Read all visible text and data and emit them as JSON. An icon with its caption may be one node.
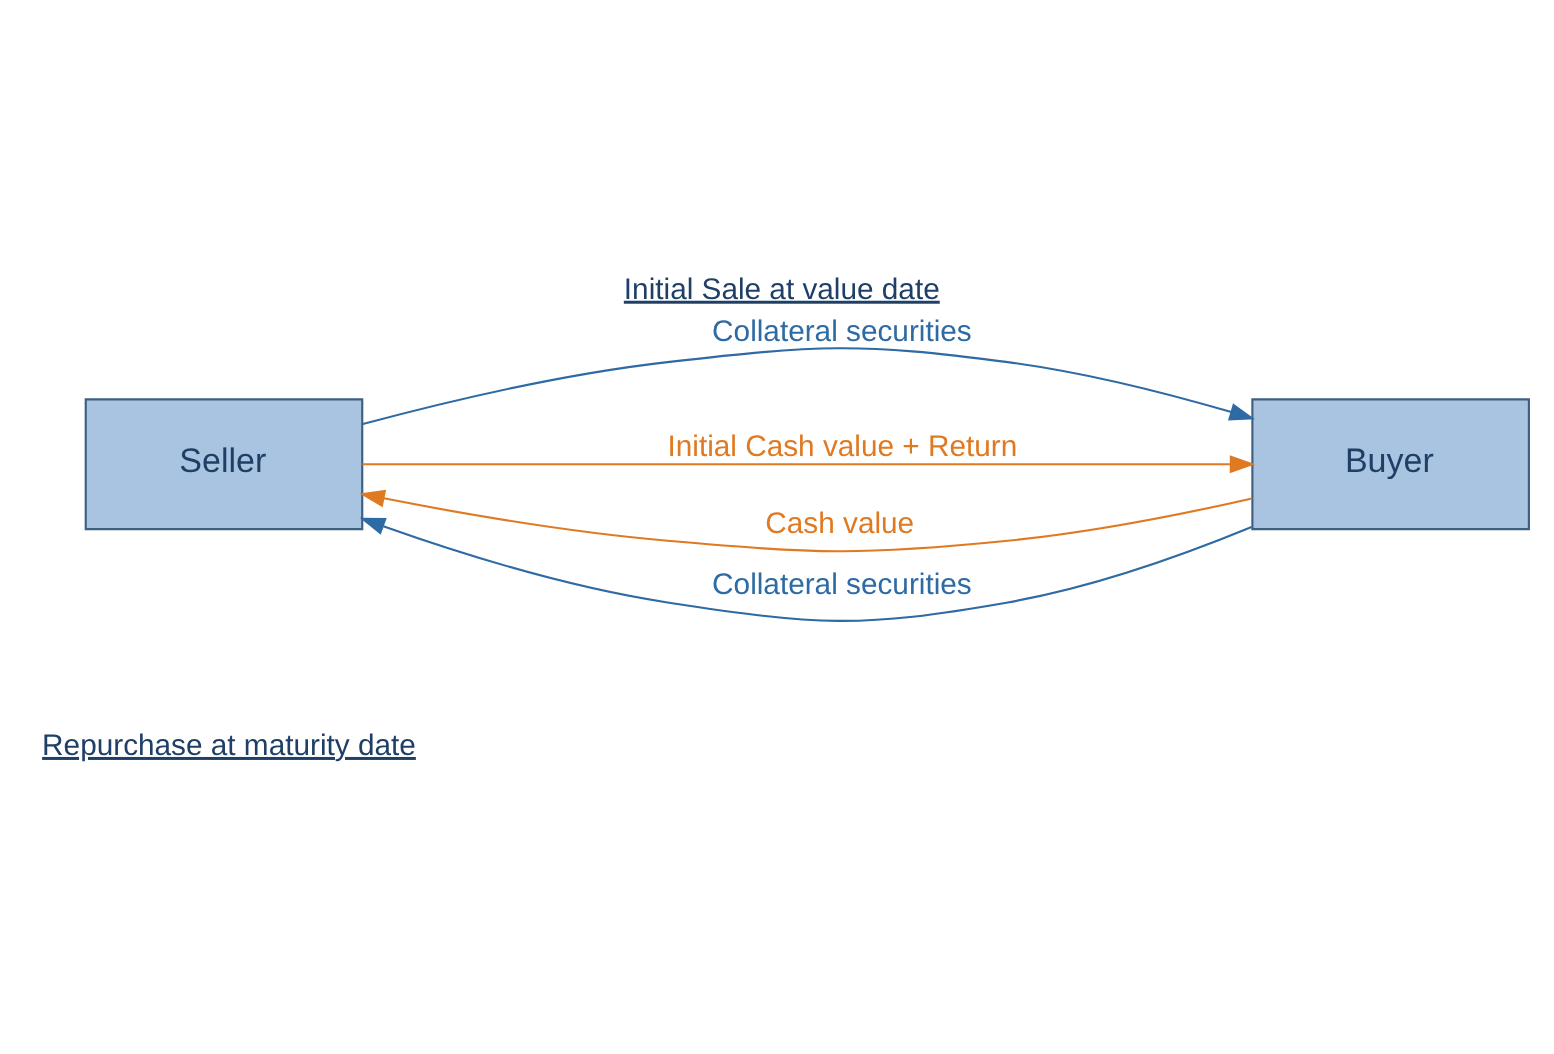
{
  "diagram": {
    "title": "Initial Sale at value date",
    "caption": "Repurchase at maturity date",
    "nodes": [
      {
        "text": [
          "Seller"
        ]
      },
      {
        "text": [
          "Buyer"
        ]
      }
    ],
    "edges": [
      {
        "from": 0,
        "to": 1,
        "arrow": "to",
        "label": "Collateral securities",
        "color": "#2e6aa3"
      },
      {
        "from": 1,
        "to": 0,
        "arrow": "to",
        "label": "Cash value",
        "color": "#e07a22"
      },
      {
        "from": 0,
        "to": 1,
        "arrow": "to",
        "label": "Initial Cash value + Return",
        "color": "#e07a22"
      },
      {
        "from": 1,
        "to": 0,
        "arrow": "to",
        "label": "Collateral securities",
        "color": "#2e6aa3"
      }
    ]
  }
}
